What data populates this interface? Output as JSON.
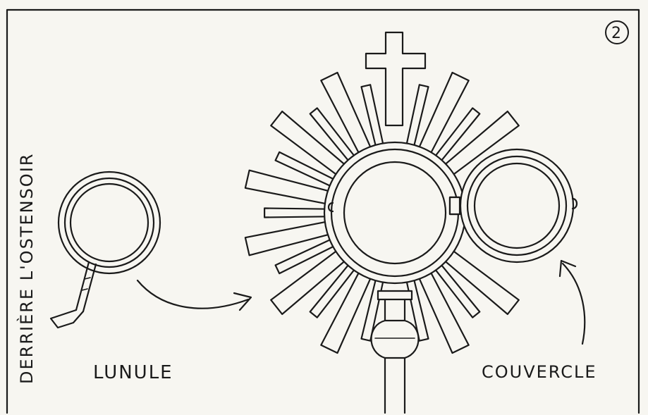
{
  "plate_number": "2",
  "side_caption": "DERRIÈRE L'OSTENSOIR",
  "labels": {
    "lunule": "LUNULE",
    "couvercle": "COUVERCLE"
  },
  "colors": {
    "ink": "#1a1a1a",
    "paper": "#f7f6f1"
  }
}
